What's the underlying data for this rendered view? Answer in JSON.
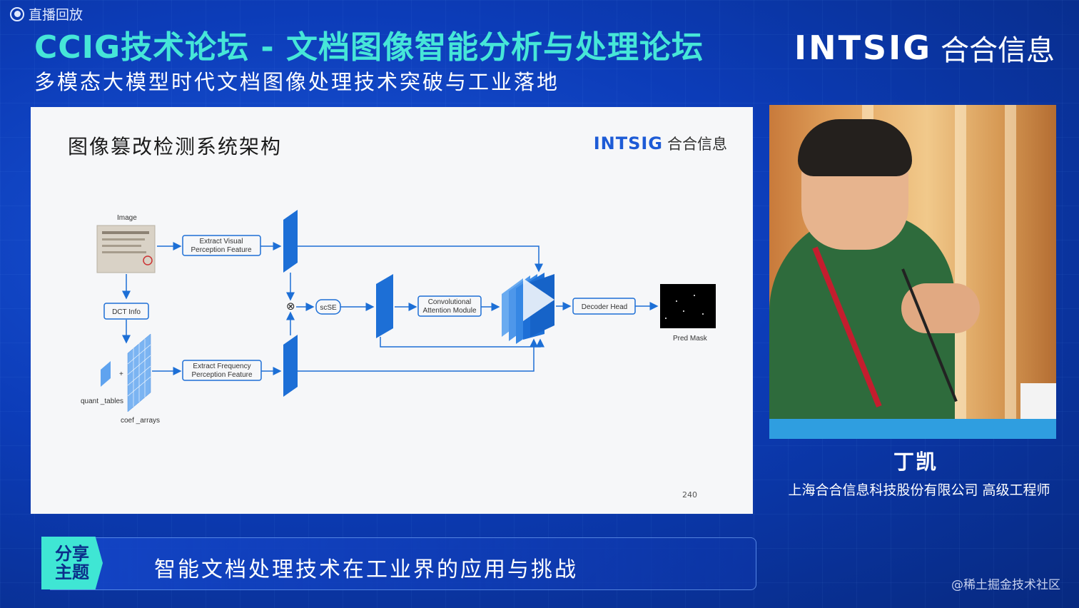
{
  "header": {
    "replay_label": "直播回放",
    "main_title": "CCIG技术论坛 - 文档图像智能分析与处理论坛",
    "sub_title": "多模态大模型时代文档图像处理技术突破与工业落地",
    "logo_en": "INTSIG",
    "logo_cn": "合合信息"
  },
  "slide": {
    "title": "图像篡改检测系统架构",
    "logo_en": "INTSIG",
    "logo_cn": "合合信息",
    "page_number": "240",
    "diagram": {
      "image_label": "Image",
      "dct_info": "DCT Info",
      "extract_visual_1": "Extract Visual",
      "extract_visual_2": "Perception Feature",
      "extract_freq_1": "Extract Frequency",
      "extract_freq_2": "Perception Feature",
      "scse": "scSE",
      "conv_attn_1": "Convolutional",
      "conv_attn_2": "Attention Module",
      "decoder_head": "Decoder Head",
      "pred_mask": "Pred Mask",
      "quant_tables": "quant _tables",
      "coef_arrays": "coef _arrays",
      "multiply_symbol": "⊗",
      "plus_symbol": "+"
    }
  },
  "speaker": {
    "name": "丁凯",
    "organization": "上海合合信息科技股份有限公司 高级工程师"
  },
  "topic": {
    "badge": "分享\n主题",
    "badge_line1": "分享",
    "badge_line2": "主题",
    "text": "智能文档处理技术在工业界的应用与挑战"
  },
  "watermark": "@稀土掘金技术社区",
  "colors": {
    "accent_teal": "#46e6d8",
    "background_blue": "#0c3cb8",
    "diagram_blue": "#1d6fd6"
  }
}
